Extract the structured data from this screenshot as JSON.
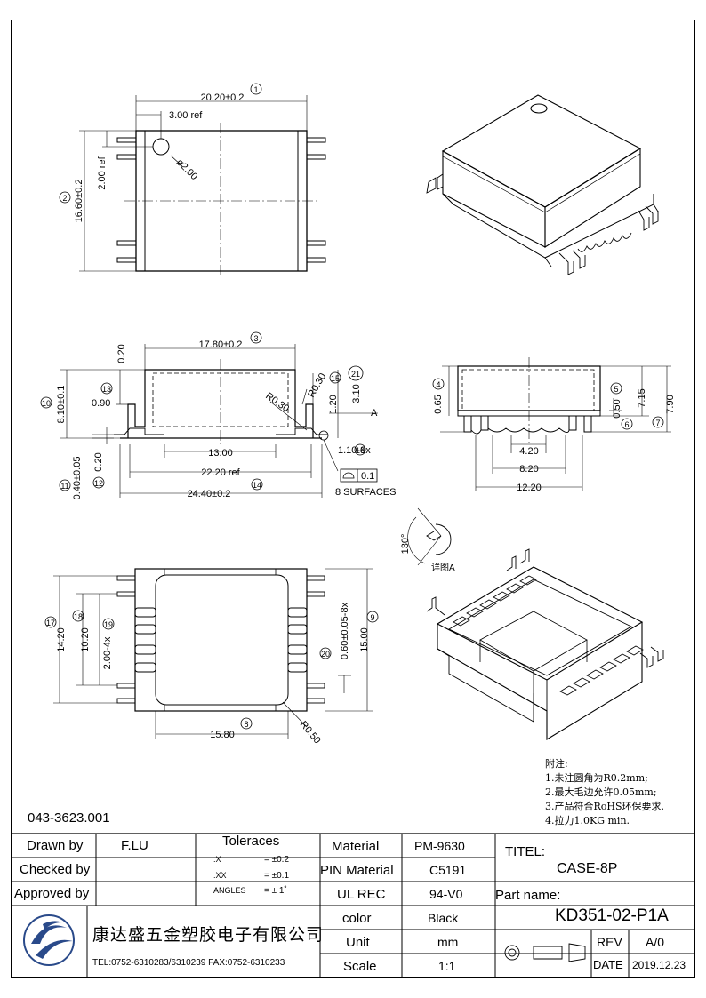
{
  "document_number": "043-3623.001",
  "notes": {
    "heading": "附注:",
    "items": [
      "1.未注圆角为R0.2mm;",
      "2.最大毛边允许0.05mm;",
      "3.产品符合RoHS环保要求.",
      "4.拉力1.0KG min."
    ]
  },
  "top_view": {
    "dim_width": "20.20±0.2",
    "dim_width_ref": "1",
    "dim_hole_offset": "3.00  ref",
    "dim_height": "16.60±0.2",
    "dim_height_ref": "2",
    "dim_hole_y": "2.00  ref",
    "dim_hole_dia": "ø2.00"
  },
  "front_view": {
    "dim_inner_width": "17.80±0.2",
    "dim_inner_width_ref": "3",
    "dim_top": "0.20",
    "dim_r1": "R0.30",
    "dim_r2": "R0.30",
    "dim_h120": "1.20",
    "dim_h120_ref": "15",
    "dim_h310": "3.10",
    "dim_h310_ref": "21",
    "dim_090": "0.90",
    "dim_090_ref": "13",
    "dim_810": "8.10±0.1",
    "dim_810_ref": "10",
    "dim_a": "A",
    "dim_1300": "13.00",
    "dim_110": "1.10-8x",
    "dim_110_ref": "16",
    "dim_flat": "0.1",
    "dim_2220": "22.20  ref",
    "dim_surfaces": "8  SURFACES",
    "dim_040": "0.40±0.05",
    "dim_040_ref": "11",
    "dim_020": "0.20",
    "dim_020_ref": "12",
    "dim_2440": "24.40±0.2",
    "dim_2440_ref": "14"
  },
  "side_view": {
    "dim_065": "0.65",
    "dim_065_ref": "4",
    "dim_050": "0.50",
    "dim_050_ref": "5",
    "dim_715": "7.15",
    "dim_715_ref": "6",
    "dim_790": "7.90",
    "dim_790_ref": "7",
    "dim_420": "4.20",
    "dim_820": "8.20",
    "dim_1220": "12.20"
  },
  "detail": {
    "angle": "130°",
    "label": "详图A"
  },
  "bottom_view": {
    "dim_1420": "14.20",
    "dim_1420_ref": "17",
    "dim_1020": "10.20",
    "dim_1020_ref": "18",
    "dim_200": "2.00-4x",
    "dim_200_ref": "19",
    "dim_060": "0.60±0.05-8x",
    "dim_060_ref": "20",
    "dim_1500": "15.00",
    "dim_1500_ref": "9",
    "dim_1580": "15.80",
    "dim_1580_ref": "8",
    "dim_r050": "R0.50"
  },
  "title_block": {
    "drawn_by_label": "Drawn by",
    "drawn_by_value": "F.LU",
    "checked_by_label": "Checked by",
    "approved_by_label": "Approved by",
    "tolerances_label": "Toleraces",
    "tol_x": ".X",
    "tol_x_val": "=  ±0.2",
    "tol_xx": ".XX",
    "tol_xx_val": "=  ±0.1",
    "tol_angles": "ANGLES",
    "tol_angles_val": "=  ±  1˚",
    "company_name": "康达盛五金塑胶电子有限公司",
    "company_tel": "TEL:0752-6310283/6310239  FAX:0752-6310233",
    "material_label": "Material",
    "material_value": "PM-9630",
    "pin_material_label": "PIN Material",
    "pin_material_value": "C5191",
    "ul_label": "UL  REC",
    "ul_value": "94-V0",
    "color_label": "color",
    "color_value": "Black",
    "unit_label": "Unit",
    "unit_value": "mm",
    "scale_label": "Scale",
    "scale_value": "1:1",
    "title_label": "TITEL:",
    "title_value": "CASE-8P",
    "part_name_label": "Part name:",
    "part_name_value": "KD351-02-P1A",
    "rev_label": "REV",
    "rev_value": "A/0",
    "date_label": "DATE",
    "date_value": "2019.12.23"
  }
}
